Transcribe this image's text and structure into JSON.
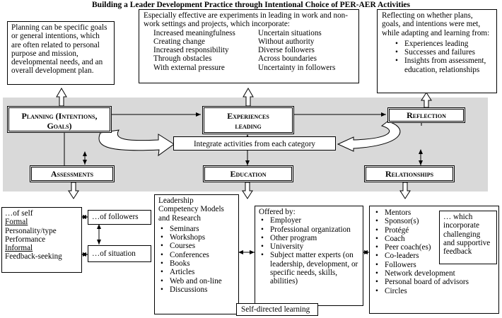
{
  "title": "Building a Leader Development Practice through Intentional Choice of PER-AER Activities",
  "planning_note": "Planning can be specific goals or general intentions, which are often related to personal purpose and mission, developmental needs, and an overall development plan.",
  "experiences_note": {
    "intro": "Especially effective are experiments in leading in work and non-work settings and projects, which incorporate:",
    "left": [
      "Increased meaningfulness",
      "Creating change",
      "Increased responsibility",
      "Through obstacles",
      "With external pressure"
    ],
    "right": [
      "Uncertain situations",
      "Without authority",
      "Diverse followers",
      "Across boundaries",
      "Uncertainty in followers"
    ]
  },
  "reflection_note": {
    "intro": "Reflecting on whether plans, goals, and intentions were met, while adapting and learning from:",
    "items": [
      "Experiences leading",
      "Successes and failures",
      "Insights from assessment, education, relationships"
    ]
  },
  "nodes": {
    "planning": "Planning (Intentions, Goals)",
    "experiences": "Experiences leading",
    "reflection": "Reflection",
    "assessments": "Assessments",
    "education": "Education",
    "relationships": "Relationships"
  },
  "integrate_label": "Integrate activities from each category",
  "assessments_detail": {
    "of_self": "…of self",
    "formal": "Formal",
    "personality": "Personality/type",
    "performance": "Performance",
    "informal": "Informal",
    "feedback": "Feedback-seeking",
    "of_followers": "…of followers",
    "of_situation": "…of situation"
  },
  "education_detail": {
    "heading": "Leadership Competency Models and Research",
    "items": [
      "Seminars",
      "Workshops",
      "Courses",
      "Conferences",
      "Books",
      "Articles",
      "Web and on-line",
      "Discussions"
    ],
    "offered_by": "Offered by:",
    "offered_items": [
      "Employer",
      "Professional organization",
      "Other program",
      "University",
      "Subject matter experts (on leadership, development, or specific needs, skills, abilities)"
    ],
    "self_directed": "Self-directed learning"
  },
  "relationships_detail": {
    "items": [
      "Mentors",
      "Sponsor(s)",
      "Protégé",
      "Coach",
      "Peer coach(es)",
      "Co-leaders",
      "Followers",
      "Network development",
      "Personal board of advisors",
      "Circles"
    ],
    "note": "… which incorporate challenging and supportive feedback"
  }
}
